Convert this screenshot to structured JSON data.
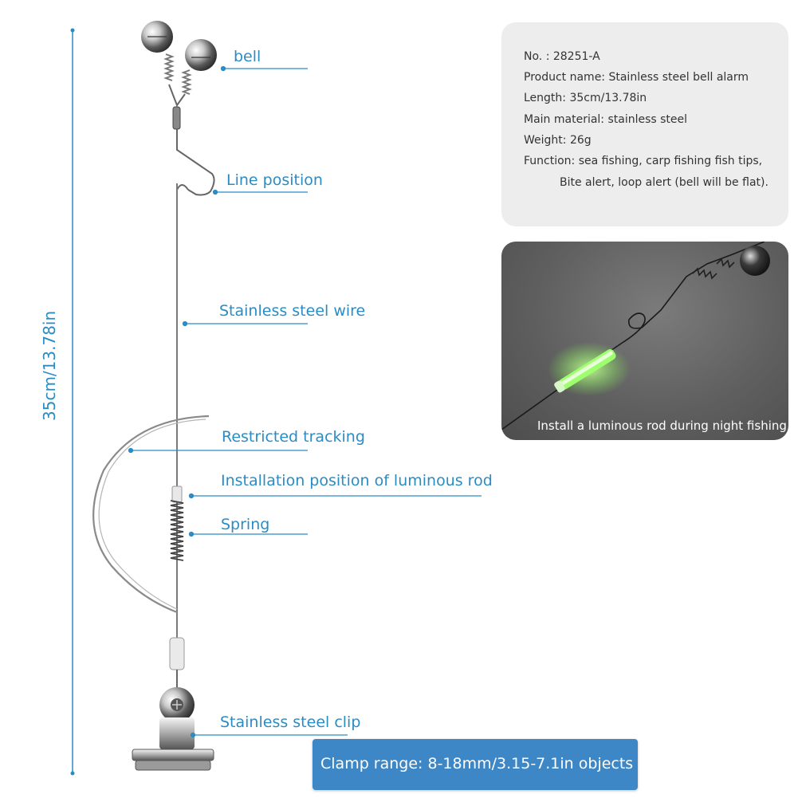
{
  "dimension": {
    "label": "35cm/13.78in"
  },
  "callouts": {
    "bell": "bell",
    "line_position": "Line position",
    "stainless_wire": "Stainless steel wire",
    "restricted_tracking": "Restricted tracking",
    "luminous_position": "Installation position of luminous rod",
    "spring": "Spring",
    "clip": "Stainless steel clip"
  },
  "specs": {
    "number": "No. : 28251-A",
    "product_name": "Product name: Stainless steel bell alarm",
    "length": "Length: 35cm/13.78in",
    "material": "Main material: stainless steel",
    "weight": "Weight: 26g",
    "function_line1": "Function: sea fishing, carp fishing fish tips,",
    "function_line2": "Bite alert, loop alert (bell will be flat)."
  },
  "night_panel": {
    "caption": "Install a luminous rod during night fishing"
  },
  "clamp_banner": {
    "text": "Clamp range: 8-18mm/3.15-7.1in objects"
  },
  "colors": {
    "accent": "#2b8cc4",
    "banner": "#3d87c7",
    "spec_panel": "#ededed",
    "glow": "#7dff4a"
  }
}
